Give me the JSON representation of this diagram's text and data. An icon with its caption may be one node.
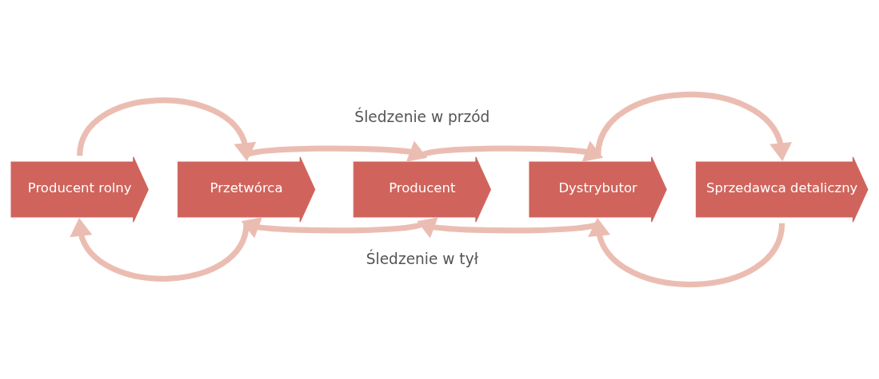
{
  "diagram": {
    "nodes": [
      {
        "text": [
          "Producent rolny"
        ]
      },
      {
        "text": [
          "Przetwórca"
        ]
      },
      {
        "text": [
          "Producent"
        ]
      },
      {
        "text": [
          "Dystrybutor"
        ]
      },
      {
        "text": [
          "Sprzedawca detaliczny"
        ]
      }
    ],
    "edges": [
      {
        "from": 0,
        "to": 1,
        "arrow": "to"
      },
      {
        "from": 1,
        "to": 2,
        "arrow": "to"
      },
      {
        "from": 2,
        "to": 3,
        "arrow": "to"
      },
      {
        "from": 3,
        "to": 4,
        "arrow": "to"
      },
      {
        "from": 1,
        "to": 0,
        "arrow": "to"
      },
      {
        "from": 2,
        "to": 1,
        "arrow": "to"
      },
      {
        "from": 3,
        "to": 2,
        "arrow": "to"
      },
      {
        "from": 4,
        "to": 3,
        "arrow": "to"
      }
    ],
    "labels": [
      "Śledzenie w przód",
      "Śledzenie w tył"
    ]
  }
}
